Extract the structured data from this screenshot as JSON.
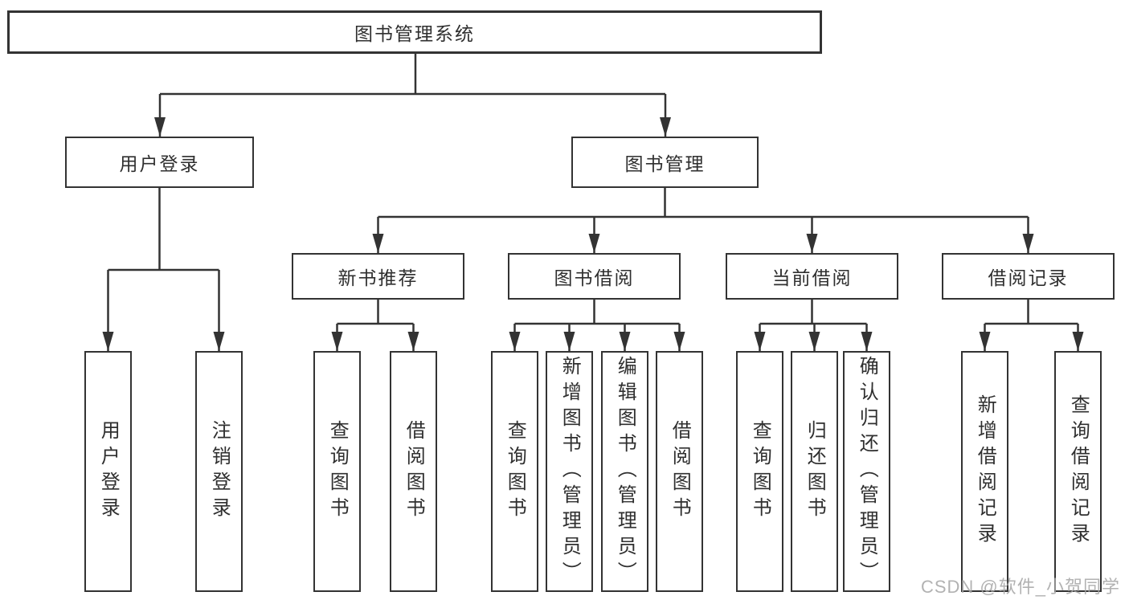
{
  "tree": {
    "root": "图书管理系统",
    "children": [
      {
        "label": "用户登录",
        "children": [
          "用户登录",
          "注销登录"
        ]
      },
      {
        "label": "图书管理",
        "children": [
          {
            "label": "新书推荐",
            "children": [
              "查询图书",
              "借阅图书"
            ]
          },
          {
            "label": "图书借阅",
            "children": [
              "查询图书",
              "新增图书（管理员）",
              "编辑图书（管理员）",
              "借阅图书"
            ]
          },
          {
            "label": "当前借阅",
            "children": [
              "查询图书",
              "归还图书",
              "确认归还（管理员）"
            ]
          },
          {
            "label": "借阅记录",
            "children": [
              "新增借阅记录",
              "查询借阅记录"
            ]
          }
        ]
      }
    ]
  },
  "watermark": "CSDN @软件_小贺同学",
  "colors": {
    "line": "#333333",
    "text": "#2f2f2f",
    "box_background": "#ffffff",
    "watermark": "#a4a4a4",
    "background": "#ffffff"
  }
}
